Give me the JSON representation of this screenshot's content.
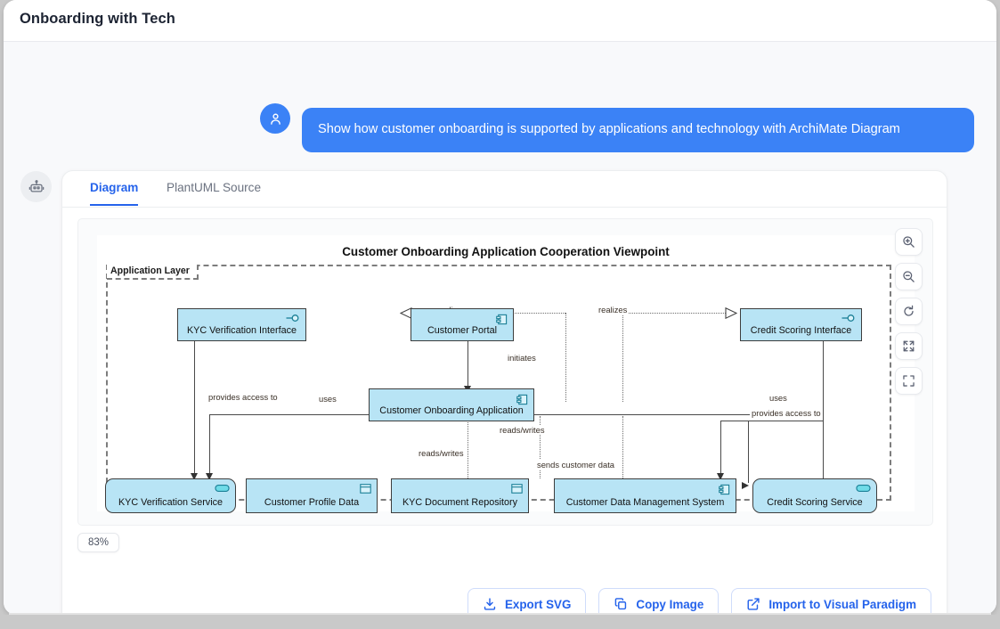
{
  "window": {
    "title": "Onboarding with Tech"
  },
  "conversation": {
    "user_avatar_icon": "user-icon",
    "assistant_avatar_icon": "robot-icon",
    "user_message": "Show how customer onboarding is supported by applications and technology with ArchiMate Diagram"
  },
  "card": {
    "tabs": [
      {
        "label": "Diagram",
        "active": true
      },
      {
        "label": "PlantUML Source",
        "active": false
      }
    ],
    "zoom_level": "83%",
    "toolbar": [
      {
        "name": "zoom-in-icon",
        "label": "Zoom In"
      },
      {
        "name": "zoom-out-icon",
        "label": "Zoom Out"
      },
      {
        "name": "reset-icon",
        "label": "Reset"
      },
      {
        "name": "fit-screen-icon",
        "label": "Fit to Screen"
      },
      {
        "name": "fullscreen-icon",
        "label": "Fullscreen"
      }
    ],
    "actions": [
      {
        "label": "Export SVG",
        "icon": "download-icon"
      },
      {
        "label": "Copy Image",
        "icon": "copy-icon"
      },
      {
        "label": "Import to Visual Paradigm",
        "icon": "external-link-icon"
      }
    ]
  },
  "diagram": {
    "title": "Customer Onboarding Application Cooperation Viewpoint",
    "group_label": "Application Layer",
    "node_fill": "#b8e4f5",
    "node_stroke": "#3d3d3d",
    "nodes": [
      {
        "id": "kyc-verification-interface",
        "label": "KYC Verification Interface",
        "icon": "interface-icon",
        "shape": "rect"
      },
      {
        "id": "customer-portal",
        "label": "Customer Portal",
        "icon": "component-icon",
        "shape": "rect"
      },
      {
        "id": "credit-scoring-interface",
        "label": "Credit Scoring Interface",
        "icon": "interface-icon",
        "shape": "rect"
      },
      {
        "id": "customer-onboarding-application",
        "label": "Customer Onboarding Application",
        "icon": "component-icon",
        "shape": "rect"
      },
      {
        "id": "kyc-verification-service",
        "label": "KYC Verification Service",
        "icon": "service-icon",
        "shape": "rounded"
      },
      {
        "id": "customer-profile-data",
        "label": "Customer Profile Data",
        "icon": "data-object-icon",
        "shape": "rect"
      },
      {
        "id": "kyc-document-repository",
        "label": "KYC Document Repository",
        "icon": "data-object-icon",
        "shape": "rect"
      },
      {
        "id": "customer-data-management-system",
        "label": "Customer Data Management System",
        "icon": "component-icon",
        "shape": "rect"
      },
      {
        "id": "credit-scoring-service",
        "label": "Credit Scoring Service",
        "icon": "service-icon",
        "shape": "rounded"
      }
    ],
    "edge_labels": {
      "realizes_left": "realizes",
      "realizes_right": "realizes",
      "initiates": "initiates",
      "provides_access_to_left": "provides access to",
      "uses_left": "uses",
      "uses_right": "uses",
      "provides_access_to_right": "provides access to",
      "reads_writes_a": "reads/writes",
      "reads_writes_b": "reads/writes",
      "sends_customer_data": "sends customer data"
    }
  }
}
